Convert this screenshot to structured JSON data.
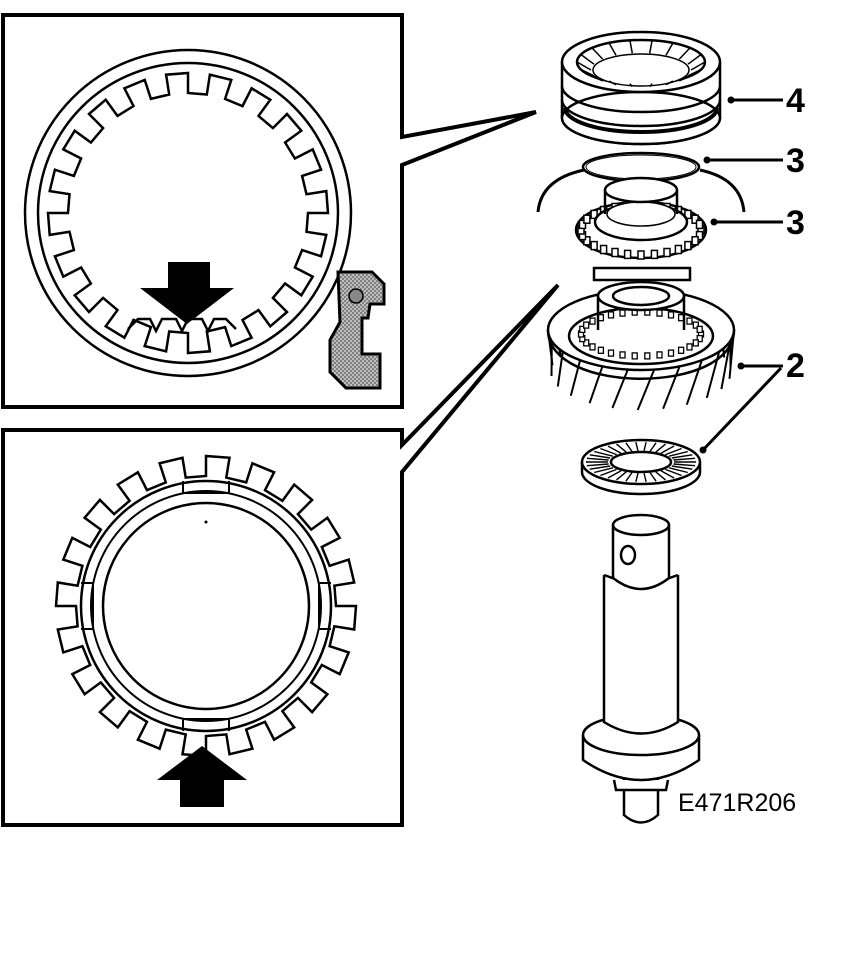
{
  "callouts": [
    {
      "id": "4",
      "label": "4",
      "target": "synchronizer sleeve"
    },
    {
      "id": "3a",
      "label": "3",
      "target": "spring ring"
    },
    {
      "id": "3b",
      "label": "3",
      "target": "synchronizer ring"
    },
    {
      "id": "2",
      "label": "2",
      "target": "gear and needle bearing"
    }
  ],
  "figure_code": "E471R206",
  "colors": {
    "ink": "#000000",
    "paper": "#ffffff",
    "hatch": "#777777"
  },
  "icons": [
    "down-arrow-icon",
    "up-arrow-icon"
  ]
}
